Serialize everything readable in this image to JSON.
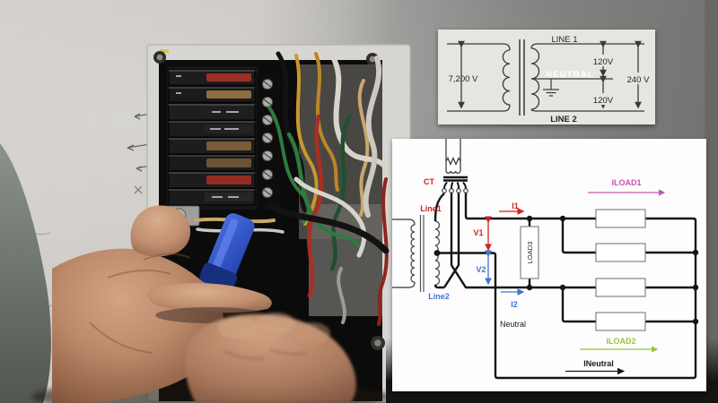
{
  "top_diagram": {
    "primary_voltage": "7,200 V",
    "line1": "LINE 1",
    "neutral": "NEUTRAL",
    "line2": "LINE 2",
    "v120_top": "120V",
    "v120_bottom": "120V",
    "v240": "240 V"
  },
  "bottom_diagram": {
    "ct": "CT",
    "line1": "Line1",
    "line2": "Line2",
    "v1": "V1",
    "v2": "V2",
    "i1": "I1",
    "i2": "I2",
    "neutral": "Neutral",
    "load3": "LOAD3",
    "iload1": "ILOAD1",
    "iload2": "ILOAD2",
    "ineutral": "INeutral"
  },
  "colors": {
    "red": "#d32020",
    "line2_red": "#cc1a1a",
    "blue": "#3f76cf",
    "magenta": "#c455b4",
    "green": "#99c636",
    "ink": "#141414",
    "diagram_gray_bg": "#e6e5e2",
    "diagram_white_bg": "#fdfdfd"
  },
  "photo": {
    "breaker_handle_colors": [
      "#9c2e24",
      "#8e6d43",
      "#1f1f1f",
      "#232323",
      "#7a5a38",
      "#6d5334",
      "#942c24",
      "#262626"
    ],
    "wire_colors": {
      "white": "#d8d4cb",
      "white2": "#cdc9c0",
      "tan": "#c7a76a",
      "yellow": "#c9962e",
      "orange": "#b98728",
      "green": "#2f7a3f",
      "dark_green": "#1d5130",
      "red": "#ab2d24",
      "dark_red": "#8e251e",
      "black": "#121212",
      "gray": "#9b9b97"
    }
  }
}
